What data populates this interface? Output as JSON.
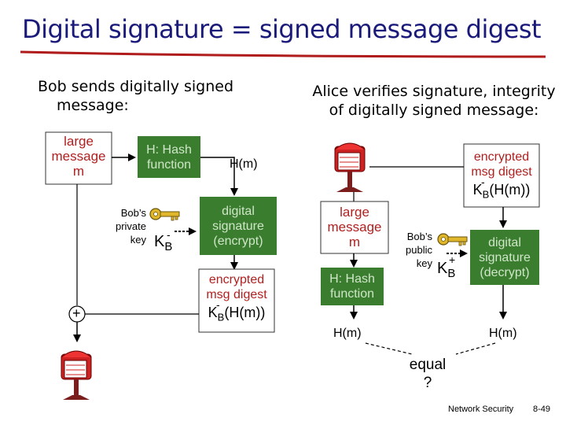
{
  "title": "Digital signature = signed message digest",
  "left": {
    "heading_line1": "Bob sends digitally signed",
    "heading_line2": "message:",
    "large_message": [
      "large",
      "message",
      "m"
    ],
    "hash_box": [
      "H: Hash",
      "function"
    ],
    "hm_label": "H(m)",
    "bob_private_key": [
      "Bob’s",
      "private",
      "key"
    ],
    "key_symbol": "K",
    "key_subscript": "B",
    "key_superscript": "-",
    "sig_box": [
      "digital",
      "signature",
      "(encrypt)"
    ],
    "encrypted_box": [
      "encrypted",
      "msg digest"
    ],
    "encrypted_formula_k": "K",
    "encrypted_formula_sub": "B",
    "encrypted_formula_sup": "-",
    "encrypted_formula_rest": "(H(m))",
    "plus": "+"
  },
  "right": {
    "heading_line1": "Alice verifies signature, integrity",
    "heading_line2": "of digitally signed message:",
    "encrypted_box": [
      "encrypted",
      "msg digest"
    ],
    "encrypted_formula_k": "K",
    "encrypted_formula_sub": "B",
    "encrypted_formula_sup": "-",
    "encrypted_formula_rest": "(H(m))",
    "large_message": [
      "large",
      "message",
      "m"
    ],
    "bob_public_key": [
      "Bob’s",
      "public",
      "key"
    ],
    "key_symbol": "K",
    "key_subscript": "B",
    "key_superscript": "+",
    "sig_box": [
      "digital",
      "signature",
      "(decrypt)"
    ],
    "hash_box": [
      "H: Hash",
      "function"
    ],
    "hm_left": "H(m)",
    "hm_right": "H(m)",
    "equal": [
      "equal",
      "?"
    ]
  },
  "footer": {
    "left": "Network Security",
    "right": "8-49"
  },
  "colors": {
    "title": "#1a1a7a",
    "underline": "#b01b1b",
    "green_box": "#3b7d2e",
    "green_text": "#cfe6c9",
    "key_gold": "#c8a020"
  }
}
